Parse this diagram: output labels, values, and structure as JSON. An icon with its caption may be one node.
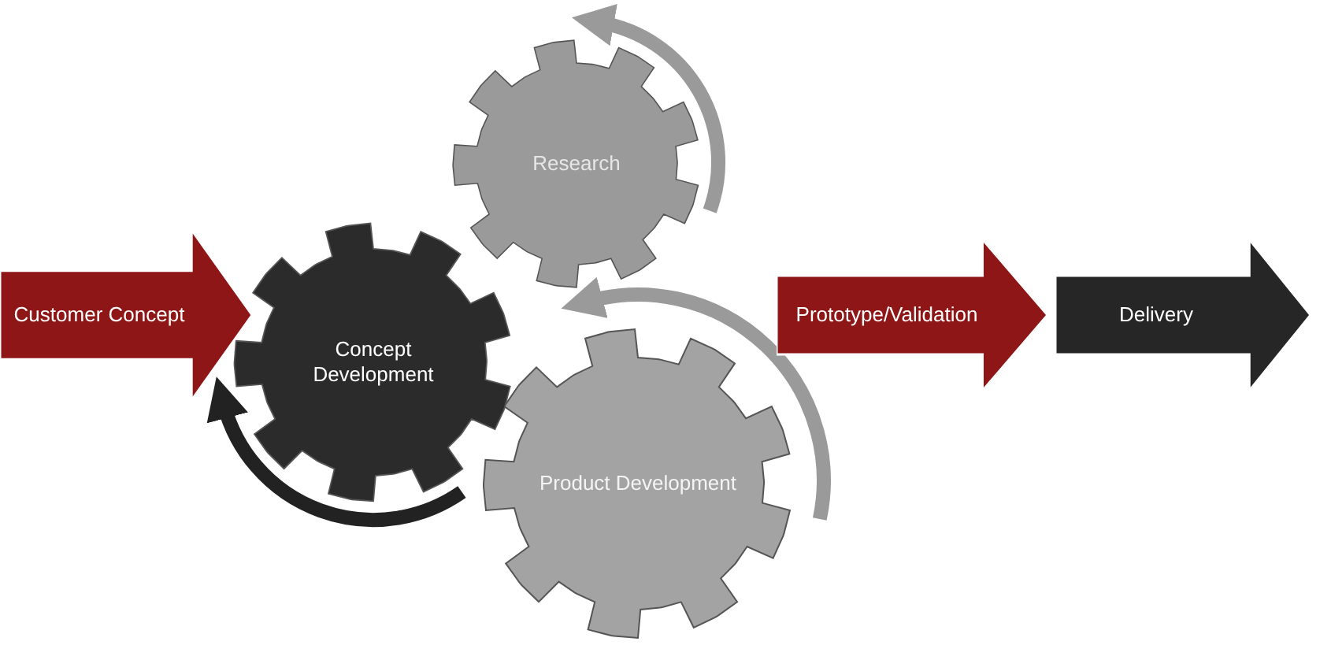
{
  "diagram": {
    "nodes": [
      {
        "text": [
          "Customer Concept"
        ]
      },
      {
        "text": [
          "Research"
        ]
      },
      {
        "text": [
          "Concept Development"
        ]
      },
      {
        "text": [
          "Product Development"
        ]
      },
      {
        "text": [
          "Prototype/Validation"
        ]
      },
      {
        "text": [
          "Delivery"
        ]
      }
    ]
  }
}
